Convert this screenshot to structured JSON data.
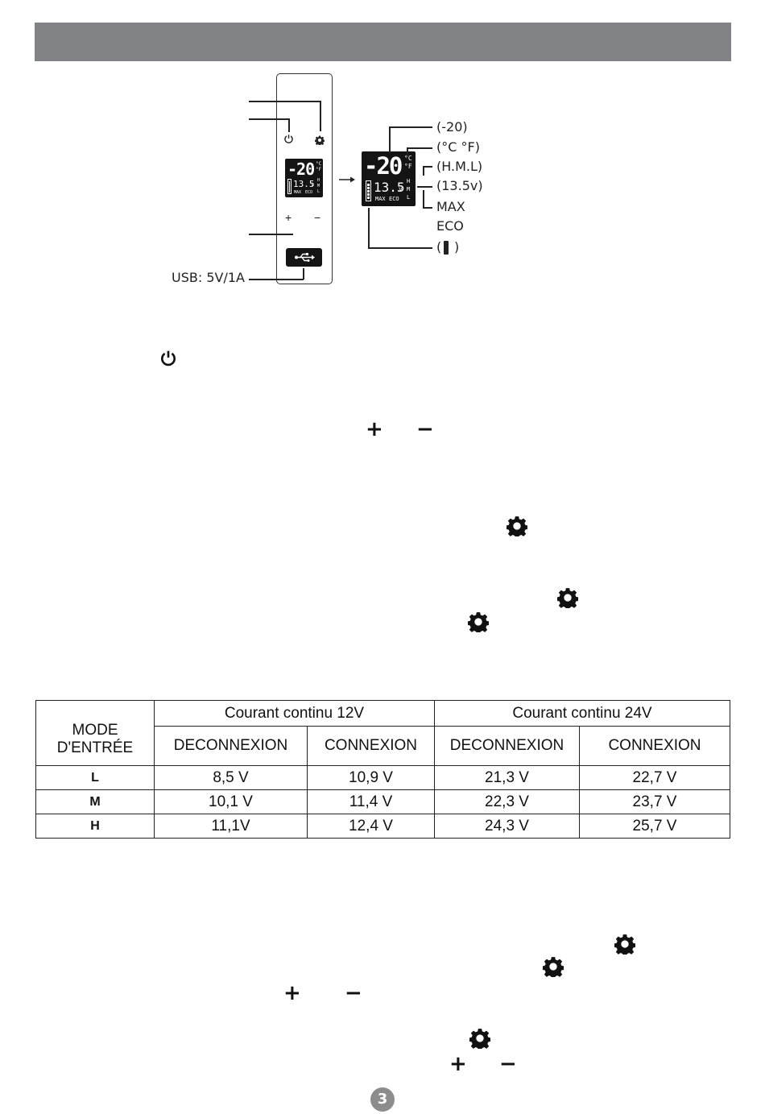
{
  "diagram": {
    "small_display": {
      "temp": "-20",
      "unit_c": "°C",
      "unit_f": "°F",
      "voltage": "13.5",
      "volt_unit": "v",
      "modes": [
        "H",
        "M",
        "L"
      ],
      "max": "MAX",
      "eco": "ECO"
    },
    "big_display": {
      "temp": "-20",
      "unit_c": "°C",
      "unit_f": "°F",
      "voltage": "13.5",
      "volt_unit": "v",
      "modes": [
        "H",
        "M",
        "L"
      ],
      "max": "MAX",
      "eco": "ECO"
    },
    "plus": "+",
    "minus": "−",
    "usb_label": "USB: 5V/1A",
    "callouts": [
      "(-20)",
      "(°C °F)",
      "(H.M.L)",
      "(13.5v)",
      "MAX",
      "ECO",
      "(",
      ")"
    ]
  },
  "icons": {
    "power": "power-icon",
    "settings": "gear-icon",
    "plus": "plus-icon",
    "minus": "minus-icon",
    "battery": "battery-icon",
    "usb": "usb-icon",
    "arrow": "arrow-right-icon"
  },
  "table": {
    "mode_header": [
      "MODE",
      "D'ENTRÉE"
    ],
    "group_headers": [
      "Courant continu 12V",
      "Courant continu 24V"
    ],
    "sub_headers": [
      "DECONNEXION",
      "CONNEXION",
      "DECONNEXION",
      "CONNEXION"
    ],
    "rows": [
      {
        "mode": "L",
        "values": [
          "8,5 V",
          "10,9 V",
          "21,3 V",
          "22,7 V"
        ]
      },
      {
        "mode": "M",
        "values": [
          "10,1 V",
          "11,4 V",
          "22,3 V",
          "23,7 V"
        ]
      },
      {
        "mode": "H",
        "values": [
          "11,1V",
          "12,4 V",
          "24,3 V",
          "25,7 V"
        ]
      }
    ]
  },
  "page_number": "3"
}
